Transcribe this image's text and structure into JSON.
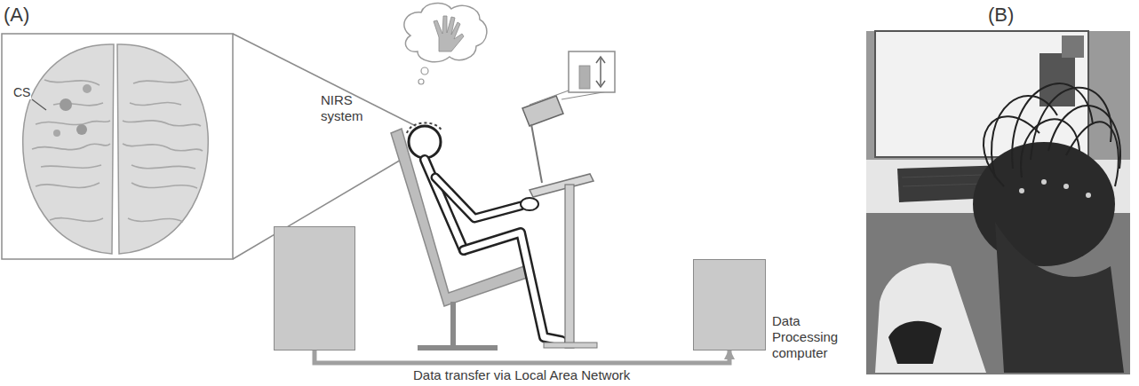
{
  "diagram": {
    "nodes": [
      {
        "text": [
          "NIRS system"
        ]
      },
      {
        "text": [
          "Data Processing computer"
        ]
      }
    ],
    "edges": [
      {
        "from": 0,
        "to": 1,
        "arrow": "to",
        "label": "Data transfer via Local Area Network"
      }
    ],
    "labels": [
      "(A)",
      "(B)",
      "CS"
    ]
  }
}
